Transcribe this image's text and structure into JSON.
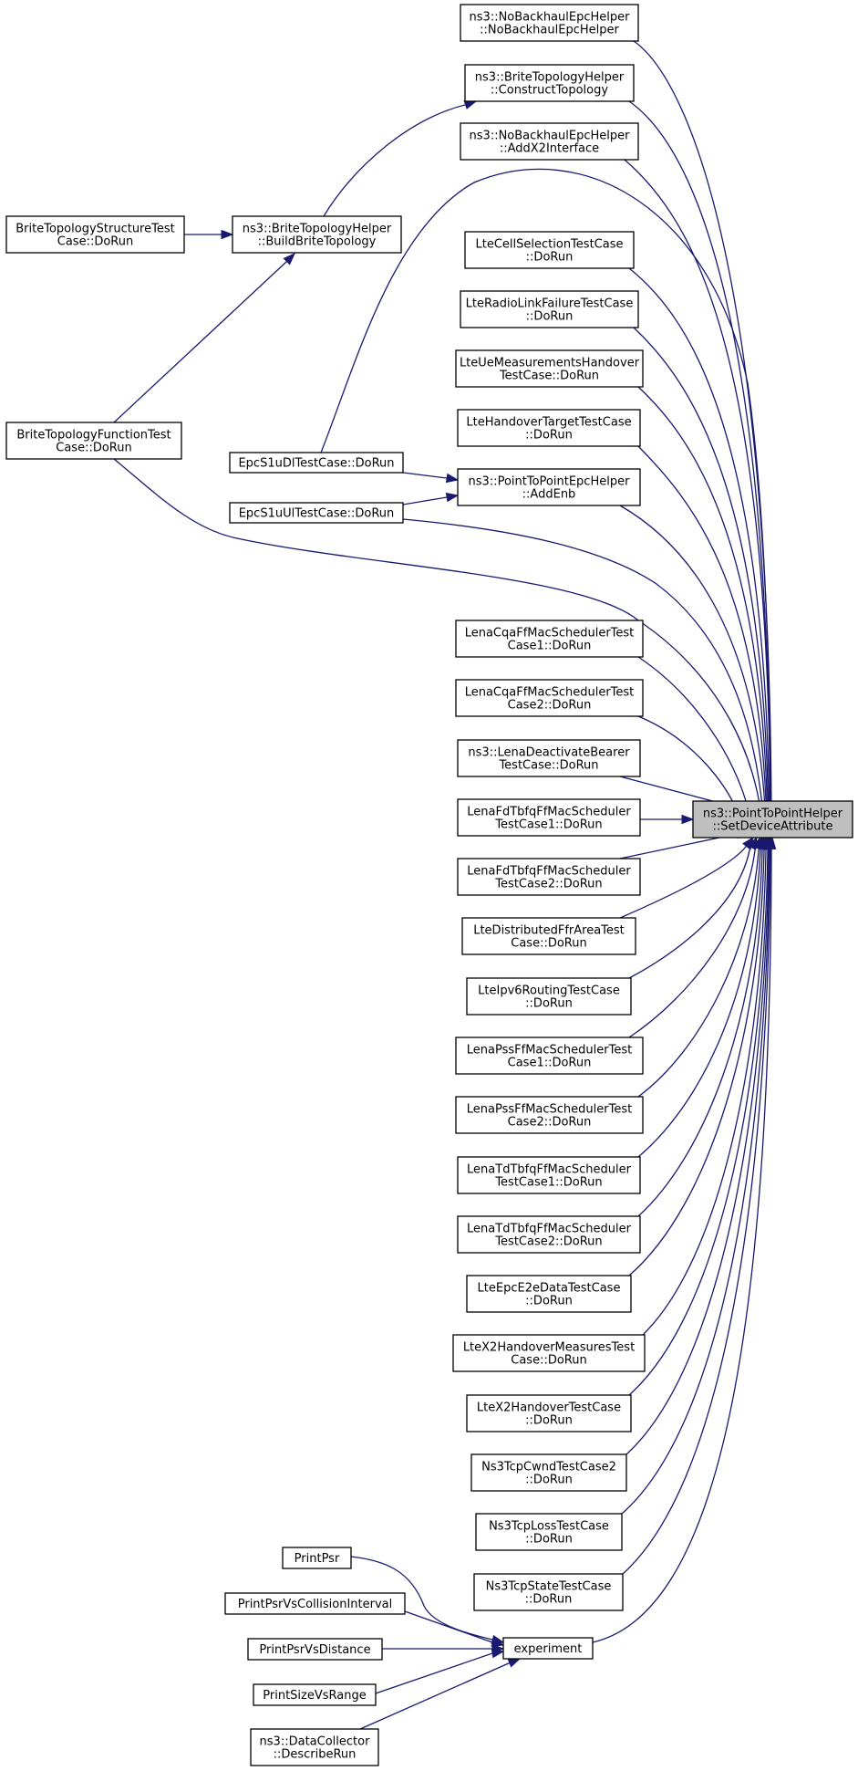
{
  "graph": {
    "kind": "caller-graph",
    "target": "ns3::PointToPointHelper::SetDeviceAttribute",
    "colors": {
      "edge": "#191970",
      "target_fill": "#bfbfbf",
      "box_stroke": "#000000",
      "background": "#ffffff"
    },
    "nodes": [
      {
        "id": "target",
        "lines": [
          "ns3::PointToPointHelper",
          "::SetDeviceAttribute"
        ]
      },
      {
        "id": "nobackhaul-ctor",
        "lines": [
          "ns3::NoBackhaulEpcHelper",
          "::NoBackhaulEpcHelper"
        ]
      },
      {
        "id": "brite-construct",
        "lines": [
          "ns3::BriteTopologyHelper",
          "::ConstructTopology"
        ]
      },
      {
        "id": "nobackhaul-addx2",
        "lines": [
          "ns3::NoBackhaulEpcHelper",
          "::AddX2Interface"
        ]
      },
      {
        "id": "brite-build",
        "lines": [
          "ns3::BriteTopologyHelper",
          "::BuildBriteTopology"
        ]
      },
      {
        "id": "brite-structure-test",
        "lines": [
          "BriteTopologyStructureTest",
          "Case::DoRun"
        ]
      },
      {
        "id": "brite-function-test",
        "lines": [
          "BriteTopologyFunctionTest",
          "Case::DoRun"
        ]
      },
      {
        "id": "lte-cell-selection",
        "lines": [
          "LteCellSelectionTestCase",
          "::DoRun"
        ]
      },
      {
        "id": "lte-rlf",
        "lines": [
          "LteRadioLinkFailureTestCase",
          "::DoRun"
        ]
      },
      {
        "id": "lte-ue-meas-ho",
        "lines": [
          "LteUeMeasurementsHandover",
          "TestCase::DoRun"
        ]
      },
      {
        "id": "lte-ho-target",
        "lines": [
          "LteHandoverTargetTestCase",
          "::DoRun"
        ]
      },
      {
        "id": "p2p-epc-addenb",
        "lines": [
          "ns3::PointToPointEpcHelper",
          "::AddEnb"
        ]
      },
      {
        "id": "epc-s1u-dl",
        "lines": [
          "EpcS1uDlTestCase::DoRun"
        ]
      },
      {
        "id": "epc-s1u-ul",
        "lines": [
          "EpcS1uUlTestCase::DoRun"
        ]
      },
      {
        "id": "lena-cqa-1",
        "lines": [
          "LenaCqaFfMacSchedulerTest",
          "Case1::DoRun"
        ]
      },
      {
        "id": "lena-cqa-2",
        "lines": [
          "LenaCqaFfMacSchedulerTest",
          "Case2::DoRun"
        ]
      },
      {
        "id": "lena-deactivate",
        "lines": [
          "ns3::LenaDeactivateBearer",
          "TestCase::DoRun"
        ]
      },
      {
        "id": "lena-fdtbfq-1",
        "lines": [
          "LenaFdTbfqFfMacScheduler",
          "TestCase1::DoRun"
        ]
      },
      {
        "id": "lena-fdtbfq-2",
        "lines": [
          "LenaFdTbfqFfMacScheduler",
          "TestCase2::DoRun"
        ]
      },
      {
        "id": "lte-dist-ffr",
        "lines": [
          "LteDistributedFfrAreaTest",
          "Case::DoRun"
        ]
      },
      {
        "id": "lte-ipv6",
        "lines": [
          "LteIpv6RoutingTestCase",
          "::DoRun"
        ]
      },
      {
        "id": "lena-pss-1",
        "lines": [
          "LenaPssFfMacSchedulerTest",
          "Case1::DoRun"
        ]
      },
      {
        "id": "lena-pss-2",
        "lines": [
          "LenaPssFfMacSchedulerTest",
          "Case2::DoRun"
        ]
      },
      {
        "id": "lena-tdtbfq-1",
        "lines": [
          "LenaTdTbfqFfMacScheduler",
          "TestCase1::DoRun"
        ]
      },
      {
        "id": "lena-tdtbfq-2",
        "lines": [
          "LenaTdTbfqFfMacScheduler",
          "TestCase2::DoRun"
        ]
      },
      {
        "id": "lte-epc-e2e",
        "lines": [
          "LteEpcE2eDataTestCase",
          "::DoRun"
        ]
      },
      {
        "id": "lte-x2-ho-meas",
        "lines": [
          "LteX2HandoverMeasuresTest",
          "Case::DoRun"
        ]
      },
      {
        "id": "lte-x2-ho",
        "lines": [
          "LteX2HandoverTestCase",
          "::DoRun"
        ]
      },
      {
        "id": "tcp-cwnd-2",
        "lines": [
          "Ns3TcpCwndTestCase2",
          "::DoRun"
        ]
      },
      {
        "id": "tcp-loss",
        "lines": [
          "Ns3TcpLossTestCase",
          "::DoRun"
        ]
      },
      {
        "id": "tcp-state",
        "lines": [
          "Ns3TcpStateTestCase",
          "::DoRun"
        ]
      },
      {
        "id": "experiment",
        "lines": [
          "experiment"
        ]
      },
      {
        "id": "print-psr",
        "lines": [
          "PrintPsr"
        ]
      },
      {
        "id": "print-psr-collision",
        "lines": [
          "PrintPsrVsCollisionInterval"
        ]
      },
      {
        "id": "print-psr-distance",
        "lines": [
          "PrintPsrVsDistance"
        ]
      },
      {
        "id": "print-size-range",
        "lines": [
          "PrintSizeVsRange"
        ]
      },
      {
        "id": "datacollector-describe",
        "lines": [
          "ns3::DataCollector",
          "::DescribeRun"
        ]
      }
    ],
    "edges": [
      {
        "from": "nobackhaul-ctor",
        "to": "target"
      },
      {
        "from": "brite-construct",
        "to": "target"
      },
      {
        "from": "nobackhaul-addx2",
        "to": "target"
      },
      {
        "from": "epc-s1u-dl",
        "to": "target"
      },
      {
        "from": "lte-cell-selection",
        "to": "target"
      },
      {
        "from": "lte-rlf",
        "to": "target"
      },
      {
        "from": "lte-ue-meas-ho",
        "to": "target"
      },
      {
        "from": "lte-ho-target",
        "to": "target"
      },
      {
        "from": "p2p-epc-addenb",
        "to": "target"
      },
      {
        "from": "epc-s1u-ul",
        "to": "target"
      },
      {
        "from": "brite-function-test",
        "to": "target"
      },
      {
        "from": "lena-cqa-1",
        "to": "target"
      },
      {
        "from": "lena-cqa-2",
        "to": "target"
      },
      {
        "from": "lena-deactivate",
        "to": "target"
      },
      {
        "from": "lena-fdtbfq-1",
        "to": "target"
      },
      {
        "from": "lena-fdtbfq-2",
        "to": "target"
      },
      {
        "from": "lte-dist-ffr",
        "to": "target"
      },
      {
        "from": "lte-ipv6",
        "to": "target"
      },
      {
        "from": "lena-pss-1",
        "to": "target"
      },
      {
        "from": "lena-pss-2",
        "to": "target"
      },
      {
        "from": "lena-tdtbfq-1",
        "to": "target"
      },
      {
        "from": "lena-tdtbfq-2",
        "to": "target"
      },
      {
        "from": "lte-epc-e2e",
        "to": "target"
      },
      {
        "from": "lte-x2-ho-meas",
        "to": "target"
      },
      {
        "from": "lte-x2-ho",
        "to": "target"
      },
      {
        "from": "tcp-cwnd-2",
        "to": "target"
      },
      {
        "from": "tcp-loss",
        "to": "target"
      },
      {
        "from": "tcp-state",
        "to": "target"
      },
      {
        "from": "experiment",
        "to": "target"
      },
      {
        "from": "brite-build",
        "to": "brite-construct"
      },
      {
        "from": "brite-structure-test",
        "to": "brite-build"
      },
      {
        "from": "brite-function-test",
        "to": "brite-build"
      },
      {
        "from": "epc-s1u-dl",
        "to": "p2p-epc-addenb"
      },
      {
        "from": "epc-s1u-ul",
        "to": "p2p-epc-addenb"
      },
      {
        "from": "print-psr",
        "to": "experiment"
      },
      {
        "from": "print-psr-collision",
        "to": "experiment"
      },
      {
        "from": "print-psr-distance",
        "to": "experiment"
      },
      {
        "from": "print-size-range",
        "to": "experiment"
      },
      {
        "from": "datacollector-describe",
        "to": "experiment"
      }
    ]
  }
}
